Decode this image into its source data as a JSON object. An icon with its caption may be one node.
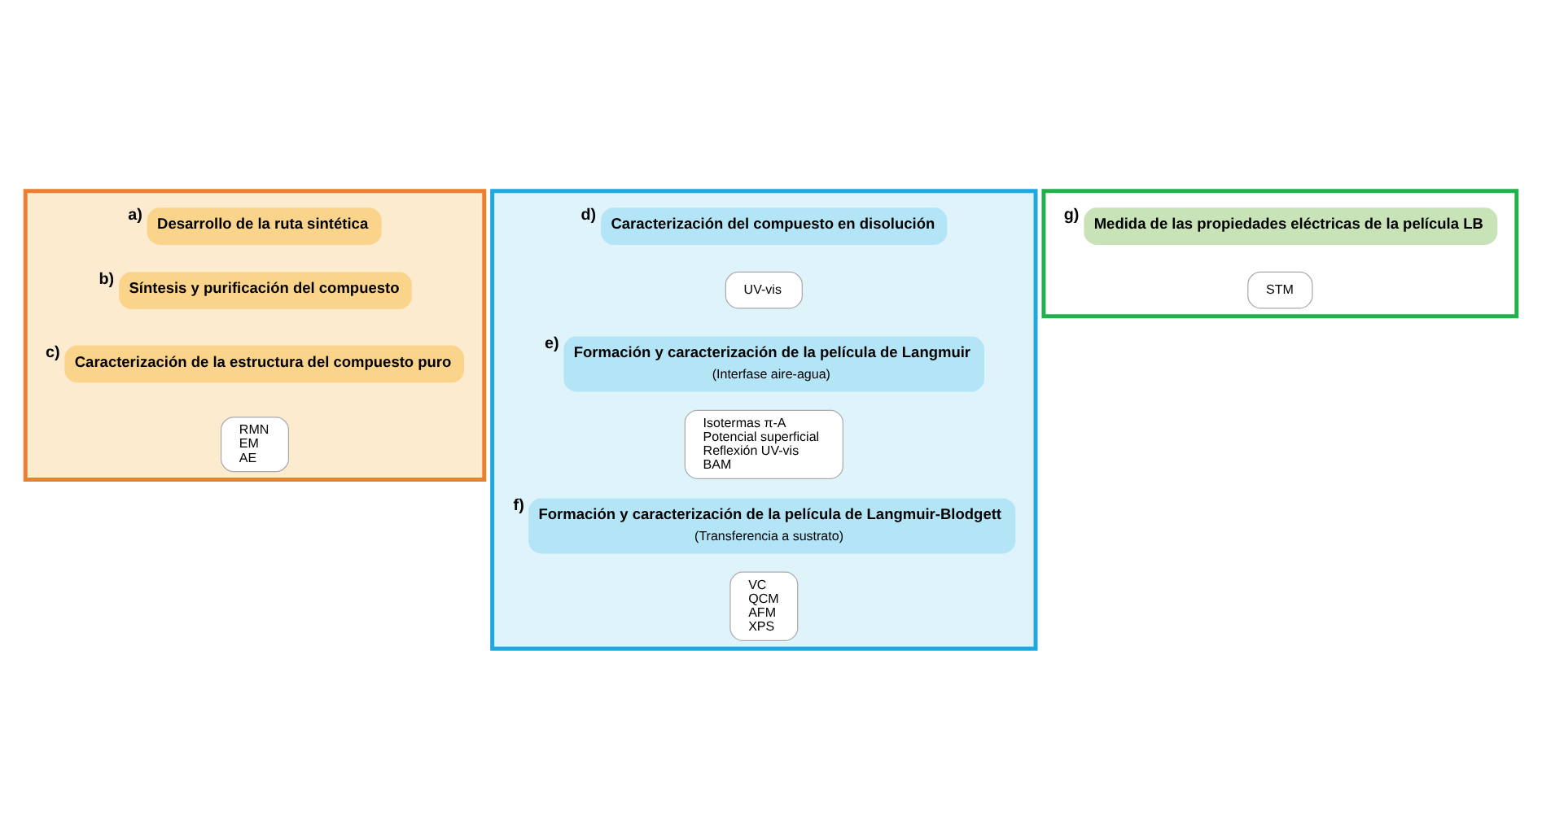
{
  "diagram": {
    "nodes": [
      {
        "text": [],
        "shape": "arrow"
      },
      {
        "text": [
          "Desarrollo de la ruta sintética"
        ],
        "in": 0,
        "beside": [
          "a)"
        ]
      },
      {
        "text": [
          "Síntesis y purificación del compuesto"
        ],
        "in": 0,
        "beside": [
          "b)"
        ]
      },
      {
        "text": [
          "Caracterización de la estructura del compuesto puro"
        ],
        "in": 0,
        "beside": [
          "c)"
        ]
      },
      {
        "text": [
          "RMN",
          "EM",
          "AE"
        ],
        "in": 0
      },
      {
        "text": [],
        "shape": "arrow"
      },
      {
        "text": [
          "Caracterización del compuesto en disolución"
        ],
        "in": 5,
        "beside": [
          "d)"
        ]
      },
      {
        "text": [
          "UV-vis"
        ],
        "in": 5
      },
      {
        "text": [
          "Formación y caracterización de la película de Langmuir",
          "(Interfase aire-agua)"
        ],
        "in": 5,
        "beside": [
          "e)"
        ]
      },
      {
        "text": [
          "Isotermas π-A",
          "Potencial superficial",
          "Reflexión UV-vis",
          "BAM"
        ],
        "in": 5
      },
      {
        "text": [
          "Formación y caracterización de la película de Langmuir-Blodgett",
          "(Transferencia a sustrato)"
        ],
        "in": 5,
        "beside": [
          "f)"
        ]
      },
      {
        "text": [
          "VC",
          "QCM",
          "AFM",
          "XPS"
        ],
        "in": 5
      },
      {
        "text": [],
        "shape": "arrow"
      },
      {
        "text": [
          "Medida de las propiedades eléctricas de la película LB"
        ],
        "in": 12,
        "beside": [
          "g)"
        ]
      },
      {
        "text": [
          "STM"
        ],
        "in": 12
      }
    ]
  }
}
